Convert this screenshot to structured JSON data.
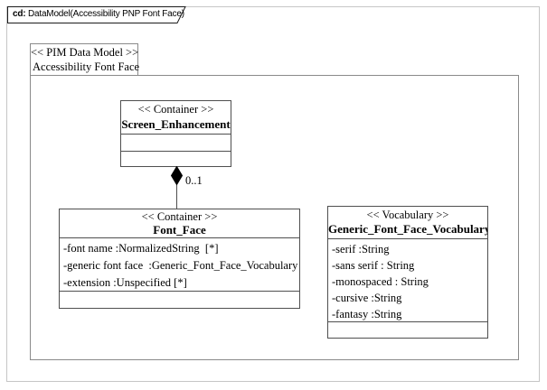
{
  "tab": {
    "prefix": "cd:",
    "title": " DataModel(Accessibility PNP Font Face)"
  },
  "frame_label": {
    "stereotype": "<< PIM Data Model >>",
    "name": "Accessibility Font Face"
  },
  "boxes": {
    "screen_enhancement": {
      "stereotype": "<< Container >>",
      "name": "Screen_Enhancement",
      "attributes": []
    },
    "font_face": {
      "stereotype": "<< Container >>",
      "name": "Font_Face",
      "attributes": [
        "-font name :NormalizedString  [*]",
        "-generic font face  :Generic_Font_Face_Vocabulary",
        "-extension :Unspecified [*]"
      ]
    },
    "generic_font_face_vocabulary": {
      "stereotype": "<< Vocabulary >>",
      "name": "Generic_Font_Face_Vocabulary",
      "attributes": [
        "-serif :String",
        "-sans serif : String",
        "-monospaced : String",
        "-cursive :String",
        "-fantasy :String"
      ]
    }
  },
  "connector": {
    "type": "composition",
    "source": "Screen_Enhancement",
    "target": "Font_Face",
    "multiplicity": "0..1"
  },
  "colors": {
    "background": "#ffffff",
    "text": "#000000",
    "class_border": "#4f4f4f",
    "frame_border": "#8a8a8a",
    "page_border": "#c6c6c6",
    "diamond_fill": "#000000"
  }
}
